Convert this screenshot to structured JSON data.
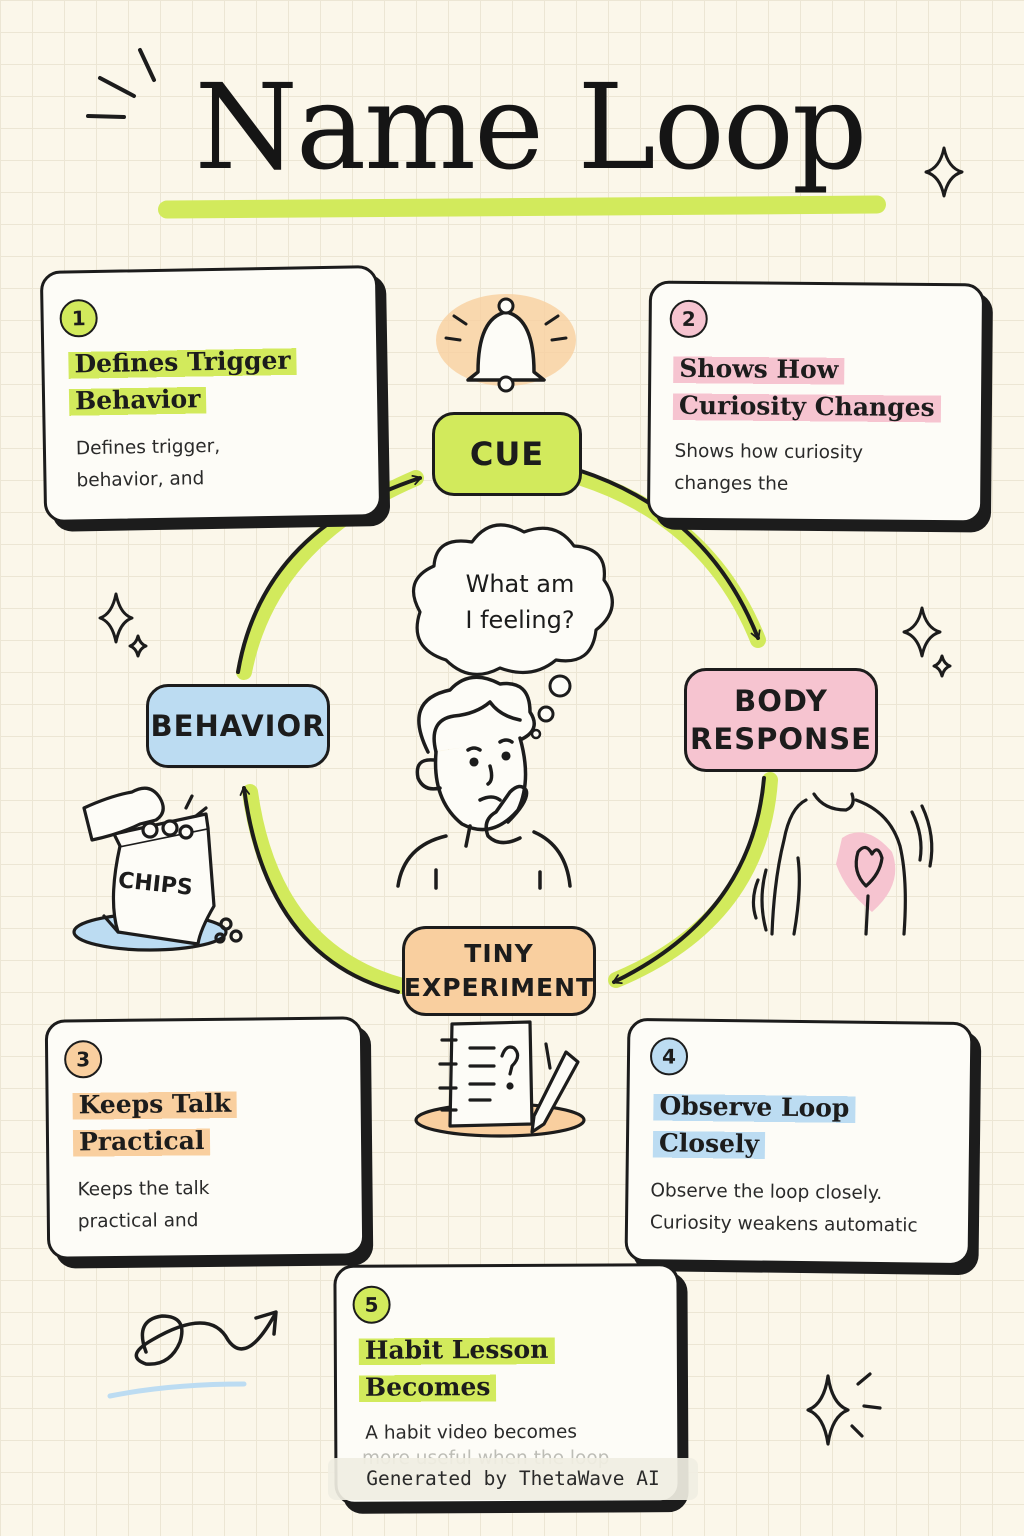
{
  "title": "Name Loop",
  "colors": {
    "green": "#d2ea5c",
    "pink": "#f6c4d0",
    "blue": "#bcdcf2",
    "orange": "#f9cf9f",
    "ink": "#1c1c1c",
    "paper": "#fbf7ea"
  },
  "loop": {
    "cue": "CUE",
    "body_response_line1": "BODY",
    "body_response_line2": "RESPONSE",
    "tiny_experiment_line1": "TINY",
    "tiny_experiment_line2": "EXPERIMENT",
    "behavior": "BEHAVIOR"
  },
  "thought_bubble": {
    "line1": "What am",
    "line2": "I feeling?"
  },
  "chips_label": "CHIPS",
  "cards": [
    {
      "number": "1",
      "title_line1": "Defines Trigger",
      "title_line2": "Behavior",
      "desc_line1": "Defines trigger,",
      "desc_line2": "behavior, and",
      "accent": "#d2ea5c",
      "icon": "flag-icon"
    },
    {
      "number": "2",
      "title_line1": "Shows How",
      "title_line2": "Curiosity Changes",
      "desc_line1": "Shows how curiosity",
      "desc_line2": "changes the",
      "accent": "#f6c4d0",
      "icon": "arrows-icon"
    },
    {
      "number": "3",
      "title_line1": "Keeps Talk",
      "title_line2": "Practical",
      "desc_line1": "Keeps the talk",
      "desc_line2": "practical and",
      "accent": "#f9cf9f",
      "icon": "checklist-icon"
    },
    {
      "number": "4",
      "title_line1": "Observe Loop",
      "title_line2": "Closely",
      "desc_line1": "Observe the loop closely.",
      "desc_line2": "Curiosity weakens automatic",
      "accent": "#bcdcf2",
      "icon": "warning-check-icon"
    },
    {
      "number": "5",
      "title_line1": "Habit Lesson",
      "title_line2": "Becomes",
      "desc_line1": "A habit video becomes",
      "desc_line2": "more useful when the loop",
      "accent": "#d2ea5c",
      "icon": "refresh-icon"
    }
  ],
  "footer": "Generated by ThetaWave AI"
}
